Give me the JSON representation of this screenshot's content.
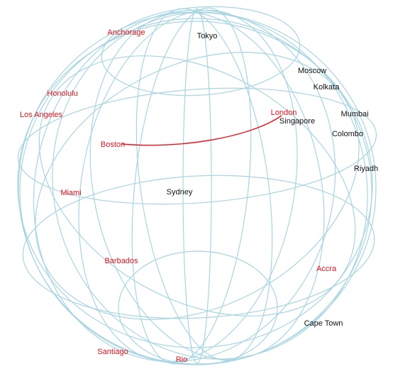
{
  "colors": {
    "graticule": "#a8d5e2",
    "highlighted_city": "#e8111d",
    "normal_city": "#111111",
    "route": "#e8111d"
  },
  "cities": [
    {
      "name": "Anchorage",
      "highlight": true
    },
    {
      "name": "Tokyo",
      "highlight": false
    },
    {
      "name": "Moscow",
      "highlight": false
    },
    {
      "name": "Kolkata",
      "highlight": false
    },
    {
      "name": "Honolulu",
      "highlight": true
    },
    {
      "name": "Los Angeles",
      "highlight": true
    },
    {
      "name": "London",
      "highlight": true
    },
    {
      "name": "Singapore",
      "highlight": false
    },
    {
      "name": "Mumbai",
      "highlight": false
    },
    {
      "name": "Colombo",
      "highlight": false
    },
    {
      "name": "Boston",
      "highlight": true
    },
    {
      "name": "Riyadh",
      "highlight": false
    },
    {
      "name": "Miami",
      "highlight": true
    },
    {
      "name": "Sydney",
      "highlight": false
    },
    {
      "name": "Barbados",
      "highlight": true
    },
    {
      "name": "Accra",
      "highlight": true
    },
    {
      "name": "Cape Town",
      "highlight": false
    },
    {
      "name": "Santiago",
      "highlight": true
    },
    {
      "name": "Rio",
      "highlight": true
    }
  ],
  "route": {
    "from": "Boston",
    "to": "London"
  }
}
